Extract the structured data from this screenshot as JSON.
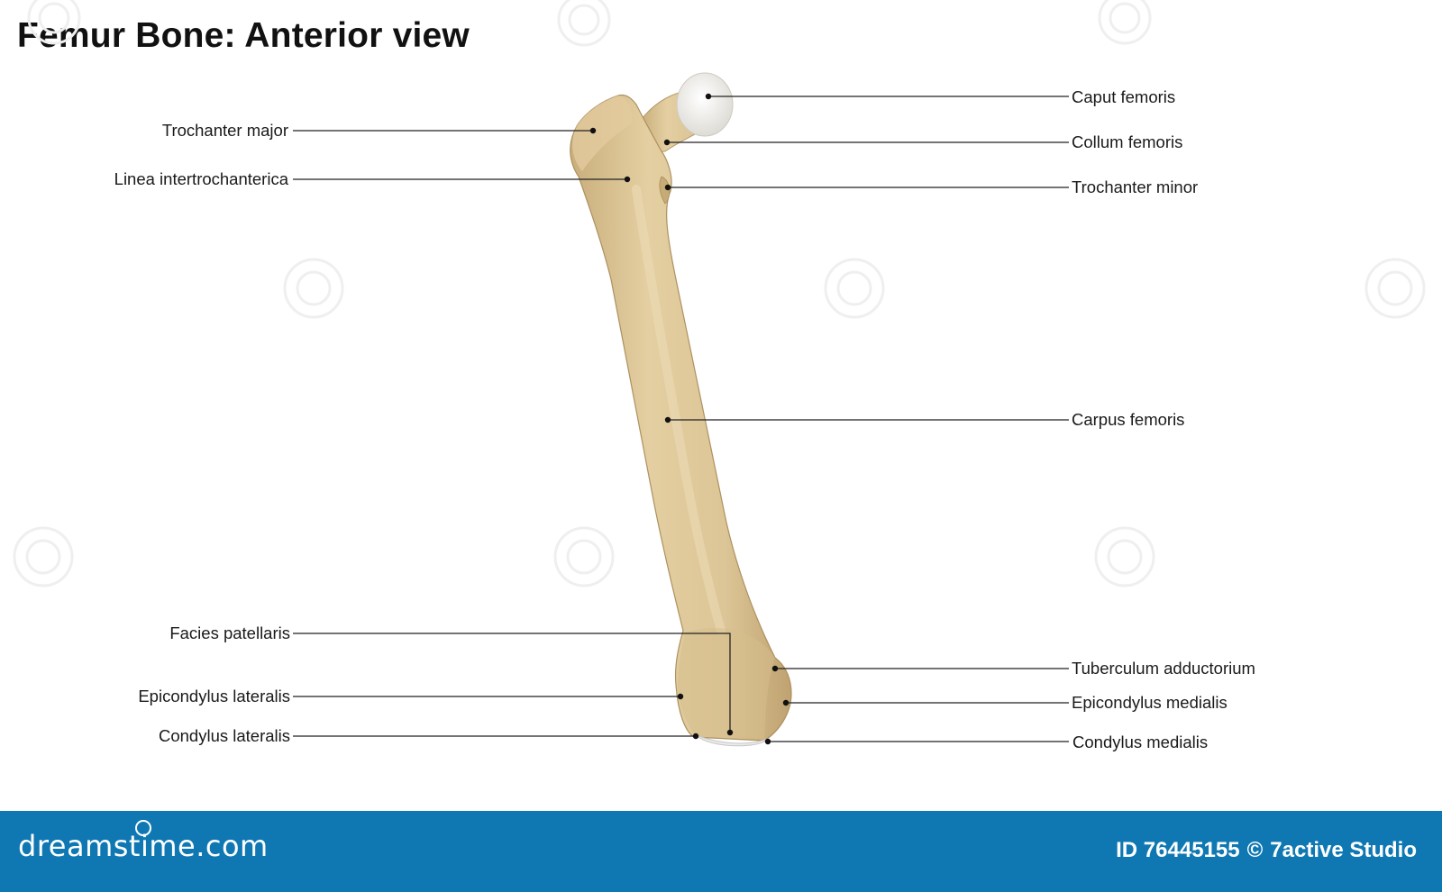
{
  "title": "Femur Bone: Anterior view",
  "colors": {
    "bone": "#dcc596",
    "bone_shade": "#c6ac78",
    "cartilage": "#f2f2f0",
    "footer": "#0f78b3",
    "watermark": "#ececec"
  },
  "labels": {
    "caput_femoris": "Caput femoris",
    "collum_femoris": "Collum femoris",
    "trochanter_minor": "Trochanter minor",
    "carpus_femoris": "Carpus femoris",
    "tuberculum_adductorium": "Tuberculum adductorium",
    "epicondylus_medialis": "Epicondylus medialis",
    "condylus_medialis": "Condylus medialis",
    "trochanter_major": "Trochanter major",
    "linea_intertrochanterica": "Linea intertrochanterica",
    "facies_patellaris": "Facies patellaris",
    "epicondylus_lateralis": "Epicondylus lateralis",
    "condylus_lateralis": "Condylus lateralis"
  },
  "footer": {
    "brand": "dreamstime.com",
    "id_text": "ID 76445155",
    "copyright_symbol": "©",
    "author": "7active Studio"
  }
}
